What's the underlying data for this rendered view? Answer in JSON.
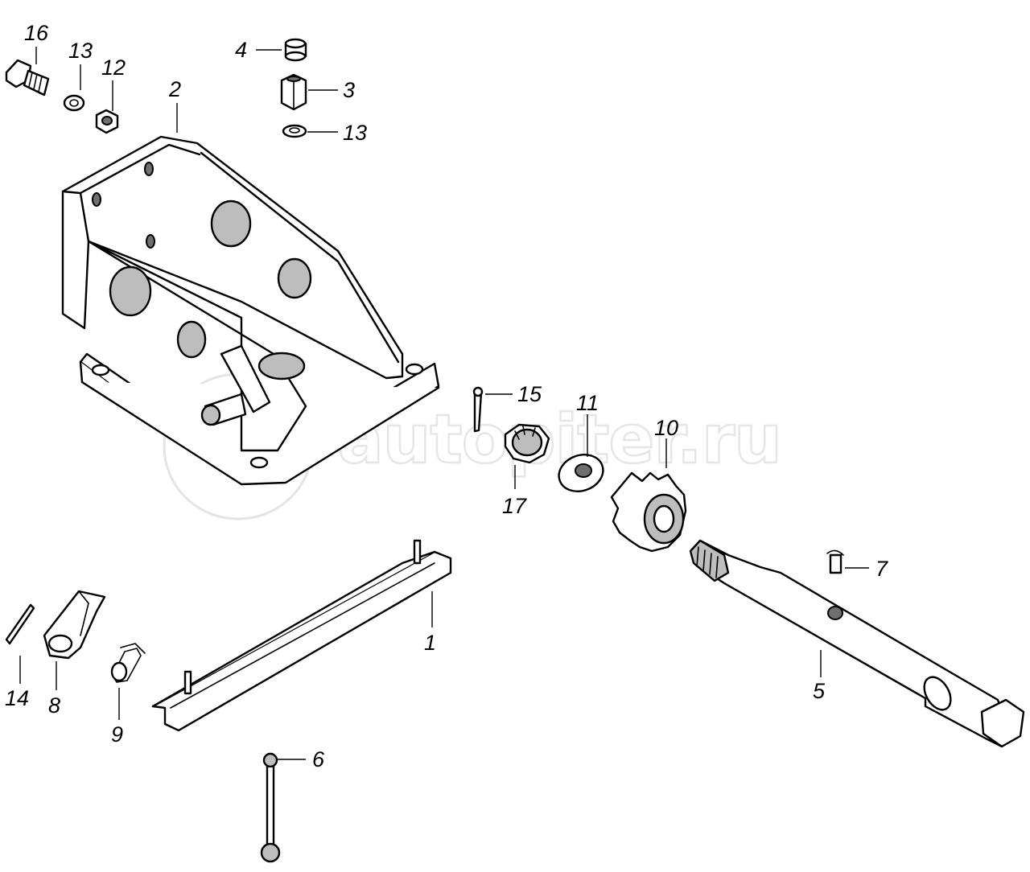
{
  "watermark": {
    "text": "autopiter.ru"
  },
  "callouts": {
    "c1": "1",
    "c2": "2",
    "c3": "3",
    "c4": "4",
    "c5": "5",
    "c6": "6",
    "c7": "7",
    "c8": "8",
    "c9": "9",
    "c10": "10",
    "c11": "11",
    "c12": "12",
    "c13a": "13",
    "c13b": "13",
    "c14": "14",
    "c15": "15",
    "c16": "16",
    "c17": "17"
  },
  "colors": {
    "line": "#000000",
    "shade": "#bdbdbd",
    "watermark": "#e6e6e6"
  }
}
